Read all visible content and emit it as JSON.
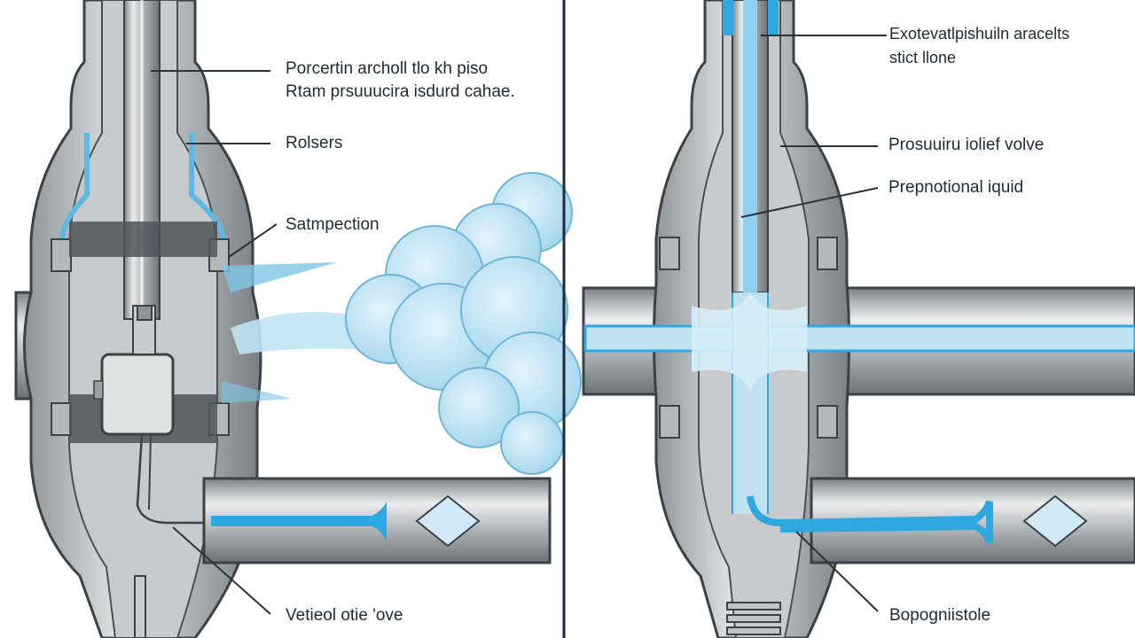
{
  "panels": {
    "left": {
      "labels": {
        "top_line1": "Porcertin archoll tlo kh piso",
        "top_line2": "Rtam prsuuucira isdurd cahae.",
        "rolsers": "Rolsers",
        "satmpection": "Satmpection",
        "bottom": "Vetieol otie 'ove"
      }
    },
    "right": {
      "labels": {
        "top_line1": "Exotevatlpishuiln aracelts",
        "top_line2": "stict llone",
        "relief": "Prosuuiru iolief volve",
        "liquid": "Prepnotional iquid",
        "bottom": "Bopogniistole"
      }
    }
  },
  "colors": {
    "steel_dark": "#5f6569",
    "steel_mid": "#9aa0a4",
    "steel_light": "#d7dadc",
    "fluid_blue": "#2fa7e0",
    "fluid_light": "#bfe3f3",
    "divider": "#1c2a3a"
  }
}
